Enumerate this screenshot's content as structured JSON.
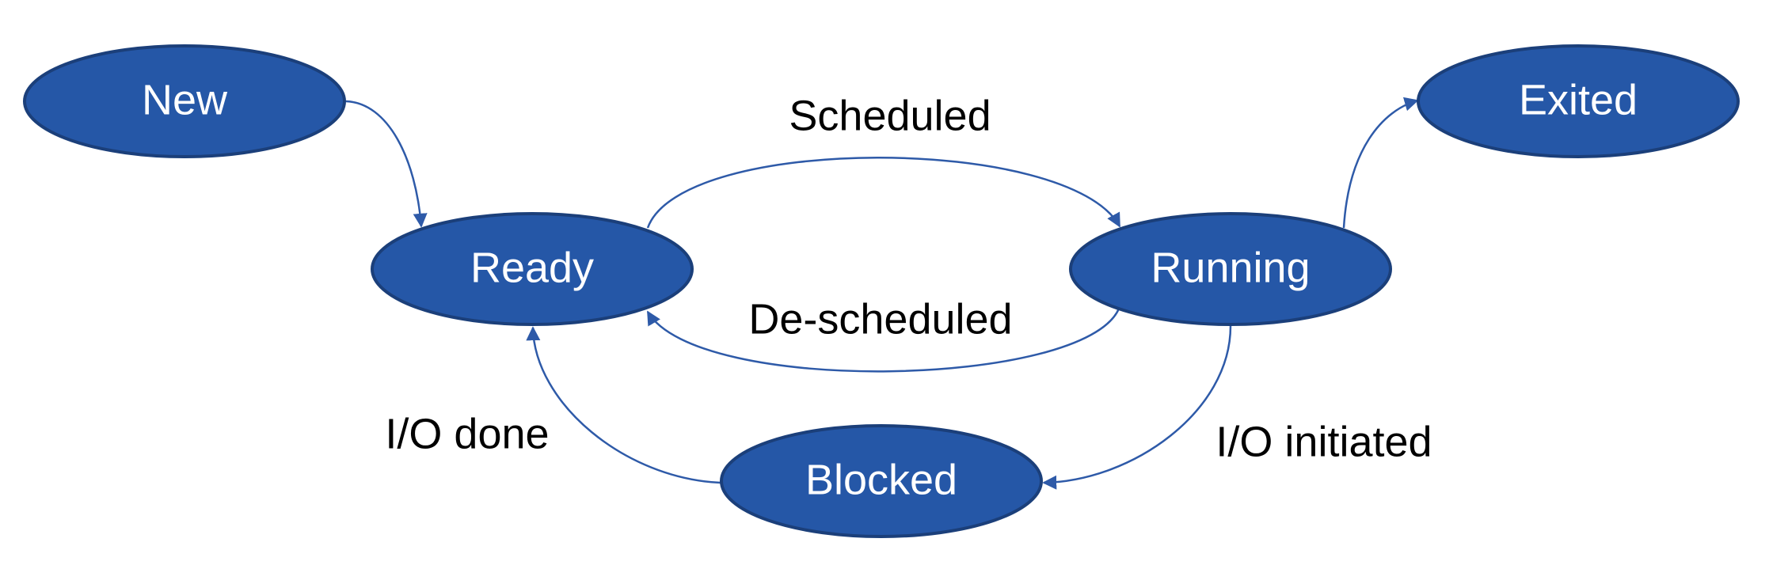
{
  "colors": {
    "node_fill": "#2557A7",
    "node_stroke": "#1B3F7A",
    "edge_stroke": "#2E5AA8",
    "node_text": "#FFFFFF",
    "edge_text": "#000000"
  },
  "states": {
    "new": "New",
    "ready": "Ready",
    "running": "Running",
    "exited": "Exited",
    "blocked": "Blocked"
  },
  "transitions": {
    "scheduled": "Scheduled",
    "descheduled": "De-scheduled",
    "io_done": "I/O done",
    "io_initiated": "I/O initiated"
  }
}
